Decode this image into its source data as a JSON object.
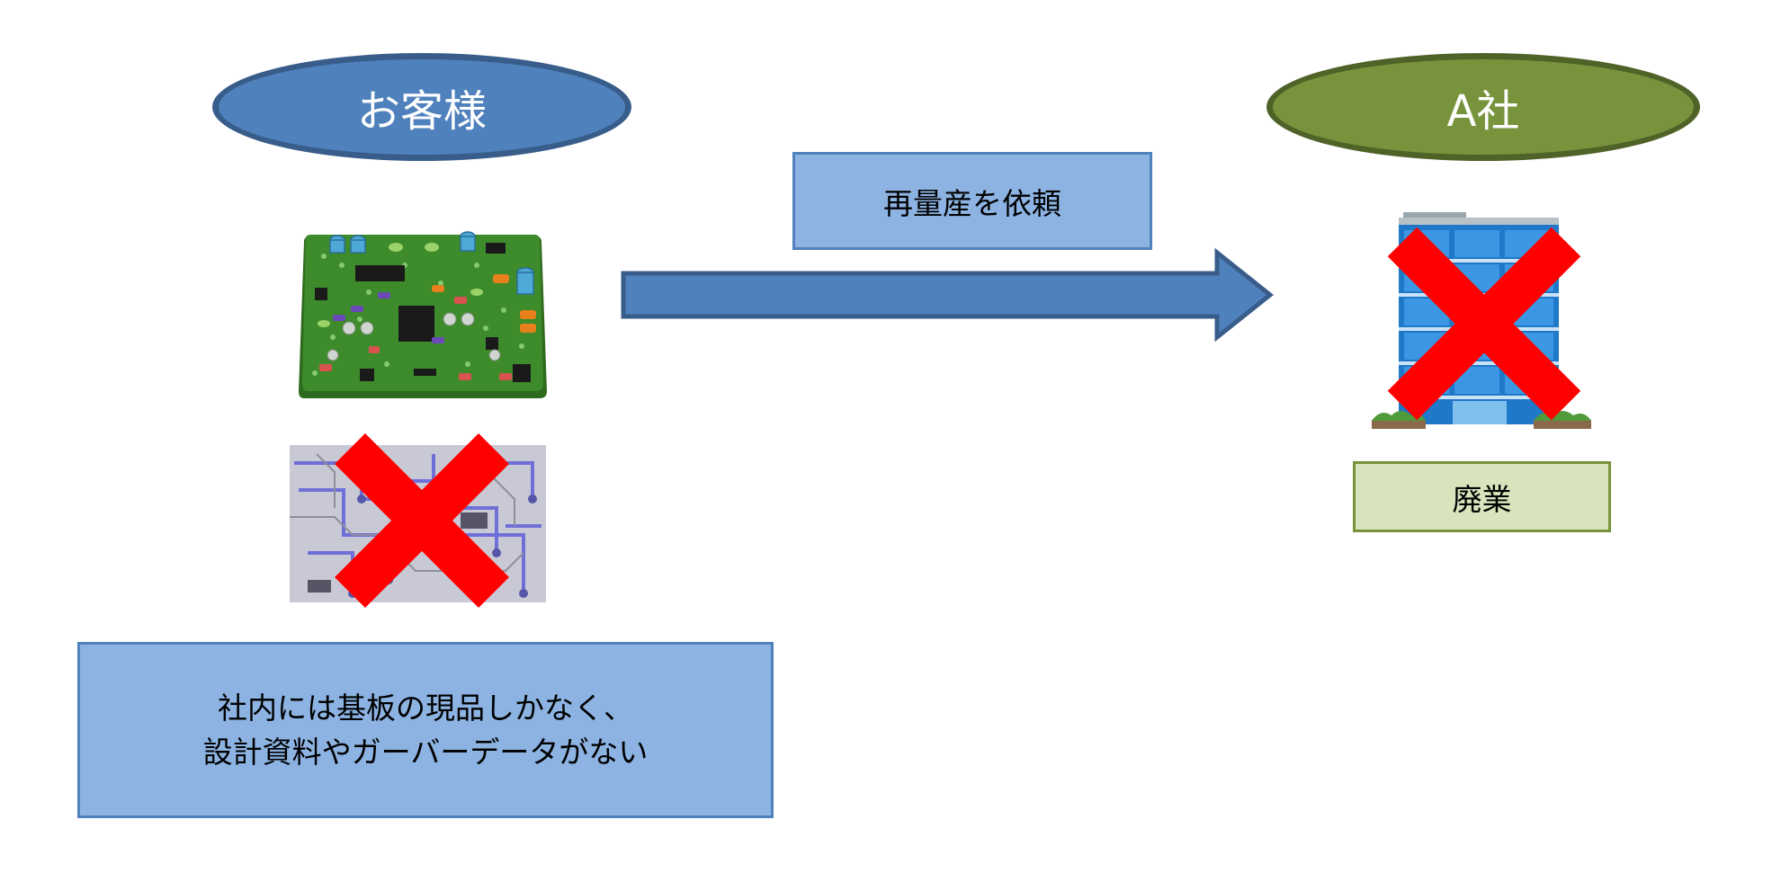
{
  "customer": {
    "label": "お客様"
  },
  "company": {
    "label": "A社"
  },
  "request": {
    "label": "再量産を依頼"
  },
  "note": {
    "lines": [
      "社内には基板の現品しかなく、",
      "設計資料やガーバーデータがない"
    ]
  },
  "closure": {
    "label": "廃業"
  },
  "colors": {
    "customer_fill": "#4f81bd",
    "company_fill": "#77933c",
    "box_fill": "#8db3e2",
    "closure_fill": "#d7e4bc",
    "cross": "#ff0000",
    "arrow": "#4f81bd"
  },
  "icons": [
    "circuit-board-icon",
    "pcb-pattern-icon",
    "office-building-icon",
    "cross-mark-icon",
    "right-arrow-icon"
  ]
}
